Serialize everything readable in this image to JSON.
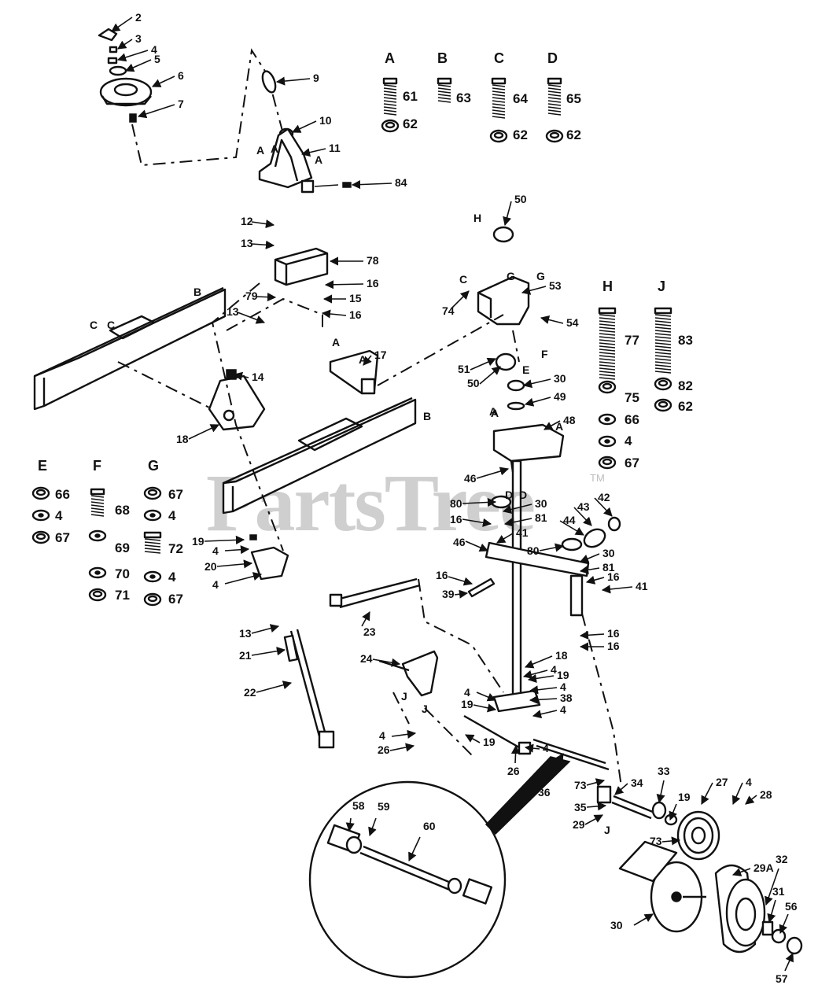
{
  "watermark": {
    "text": "PartsTree",
    "tm": "TM"
  },
  "groups": [
    {
      "key": "A",
      "title": "A",
      "parts": [
        "61",
        "62"
      ]
    },
    {
      "key": "B",
      "title": "B",
      "parts": [
        "63"
      ]
    },
    {
      "key": "C",
      "title": "C",
      "parts": [
        "64",
        "62"
      ]
    },
    {
      "key": "D",
      "title": "D",
      "parts": [
        "65",
        "62"
      ]
    },
    {
      "key": "H",
      "title": "H",
      "parts": [
        "77",
        "75",
        "66",
        "4",
        "67"
      ]
    },
    {
      "key": "J",
      "title": "J",
      "parts": [
        "83",
        "82",
        "62"
      ]
    },
    {
      "key": "E",
      "title": "E",
      "parts": [
        "66",
        "4",
        "67"
      ]
    },
    {
      "key": "F",
      "title": "F",
      "parts": [
        "68",
        "69",
        "70",
        "71"
      ]
    },
    {
      "key": "G",
      "title": "G",
      "parts": [
        "67",
        "4",
        "72",
        "4",
        "67"
      ]
    }
  ],
  "callouts": [
    "2",
    "3",
    "4",
    "5",
    "6",
    "7",
    "9",
    "10",
    "11",
    "84",
    "12",
    "13",
    "78",
    "16",
    "79",
    "13",
    "15",
    "16",
    "14",
    "18",
    "17",
    "50",
    "53",
    "54",
    "74",
    "51",
    "50",
    "30",
    "49",
    "48",
    "46",
    "80",
    "30",
    "16",
    "81",
    "41",
    "43",
    "42",
    "44",
    "80",
    "46",
    "30",
    "81",
    "16",
    "41",
    "16",
    "39",
    "19",
    "4",
    "20",
    "4",
    "23",
    "13",
    "21",
    "22",
    "16",
    "16",
    "24",
    "18",
    "4",
    "19",
    "4",
    "38",
    "4",
    "19",
    "4",
    "4",
    "19",
    "26",
    "4",
    "26",
    "36",
    "73",
    "35",
    "34",
    "33",
    "27",
    "4",
    "28",
    "19",
    "29",
    "73",
    "29A",
    "32",
    "30",
    "31",
    "56",
    "57",
    "58",
    "59",
    "60"
  ],
  "refs": [
    "A",
    "A",
    "A",
    "A",
    "B",
    "C",
    "C",
    "B",
    "A",
    "A",
    "H",
    "G",
    "G",
    "C",
    "F",
    "E",
    "A",
    "A",
    "D",
    "D",
    "J",
    "J",
    "J"
  ]
}
